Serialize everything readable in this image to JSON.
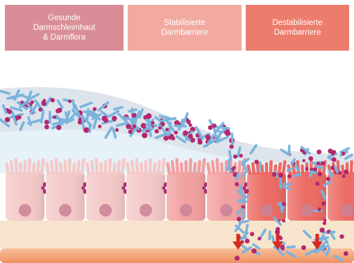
{
  "header": {
    "boxes": [
      {
        "label": "Gesunde\nDarmschleimhaut\n& Darmflora",
        "color": "#d98d96"
      },
      {
        "label": "Stabilisierte\nDarmbarriere",
        "color": "#f2aaa0"
      },
      {
        "label": "Destabilisierte\nDarmbarriere",
        "color": "#ec7c6c"
      }
    ]
  },
  "colors": {
    "mucus_dense": "#dde4ec",
    "mucus_light": "#e7f1f8",
    "bacteria_blue": "#7ab4dd",
    "bacteria_purple": "#b3286e",
    "cell_healthy": "#f4c9c8",
    "cell_mid": "#f2a0a0",
    "cell_damaged": "#ec6a62",
    "nucleus": "#c98398",
    "junction": "#a82a72",
    "lamina": "#f6e4cc",
    "base_band": "#f4a67a",
    "arrow": "#d92b1e"
  }
}
